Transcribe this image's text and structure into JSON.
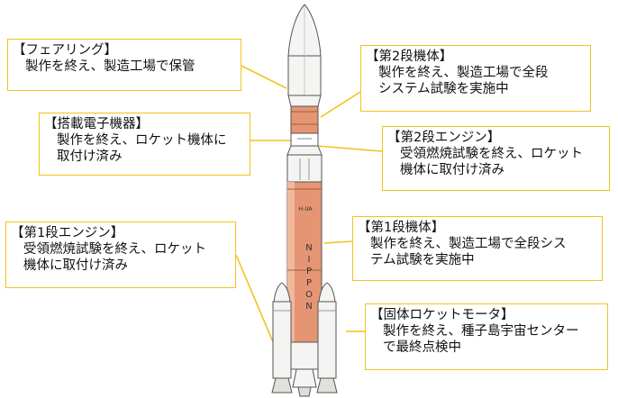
{
  "diagram": {
    "colors": {
      "callout_border": "#f2c41c",
      "leader_line": "#f2c41c",
      "rocket_orange": "#e59573",
      "rocket_white": "#f4f4f2",
      "outline": "#555555"
    },
    "rocket_text": {
      "model": "H-IIA",
      "name": [
        "N",
        "I",
        "P",
        "P",
        "O",
        "N"
      ]
    },
    "callouts": {
      "fairing": {
        "title": "【フェアリング】",
        "lines": [
          "製作を終え、製造工場で保管"
        ]
      },
      "second_stage_body": {
        "title": "【第2段機体】",
        "lines": [
          "製作を終え、製造工場で全段",
          "システム試験を実施中"
        ]
      },
      "avionics": {
        "title": "【搭載電子機器】",
        "lines": [
          "製作を終え、ロケット機体に",
          "取付け済み"
        ]
      },
      "second_stage_engine": {
        "title": "【第2段エンジン】",
        "lines": [
          "受領燃焼試験を終え、ロケット",
          "機体に取付け済み"
        ]
      },
      "first_stage_body": {
        "title": "【第1段機体】",
        "lines": [
          "製作を終え、製造工場で全段シス",
          "テム試験を実施中"
        ]
      },
      "first_stage_engine": {
        "title": "【第1段エンジン】",
        "lines": [
          "受領燃焼試験を終え、ロケット",
          "機体に取付け済み"
        ]
      },
      "srb": {
        "title": "【固体ロケットモータ】",
        "lines": [
          "製作を終え、種子島宇宙センター",
          "で最終点検中"
        ]
      }
    }
  }
}
